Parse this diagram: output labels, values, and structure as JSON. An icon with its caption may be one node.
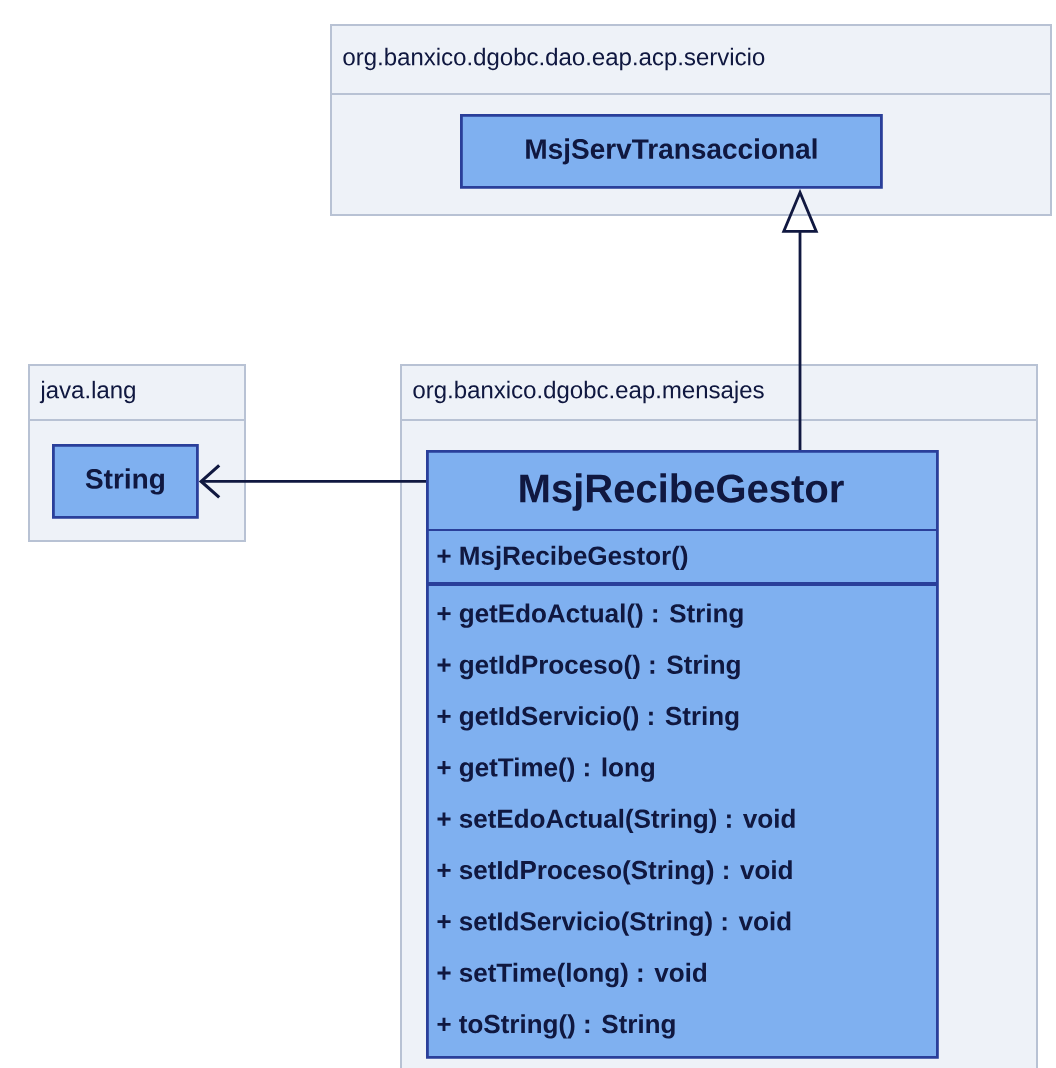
{
  "diagram": {
    "nodes": [
      {
        "text": [
          "org.banxico.dgobc.dao.eap.acp.servicio"
        ]
      },
      {
        "text": [
          "MsjServTransaccional"
        ],
        "in": 0
      },
      {
        "text": [
          "java.lang"
        ]
      },
      {
        "text": [
          "String"
        ],
        "in": 2
      },
      {
        "text": [
          "org.banxico.dgobc.eap.mensajes"
        ]
      },
      {
        "text": [
          "MsjRecibeGestor",
          "+ MsjRecibeGestor()",
          "+ getEdoActual() : String",
          "+ getIdProceso() : String",
          "+ getIdServicio() : String",
          "+ getTime() : long",
          "+ setEdoActual(String) : void",
          "+ setIdProceso(String) : void",
          "+ setIdServicio(String) : void",
          "+ setTime(long) : void",
          "+ toString() : String"
        ],
        "in": 4
      }
    ],
    "edges": [
      {
        "from": 5,
        "to": 1,
        "arrow": "to"
      },
      {
        "from": 5,
        "to": 3,
        "arrow": "to"
      }
    ]
  }
}
